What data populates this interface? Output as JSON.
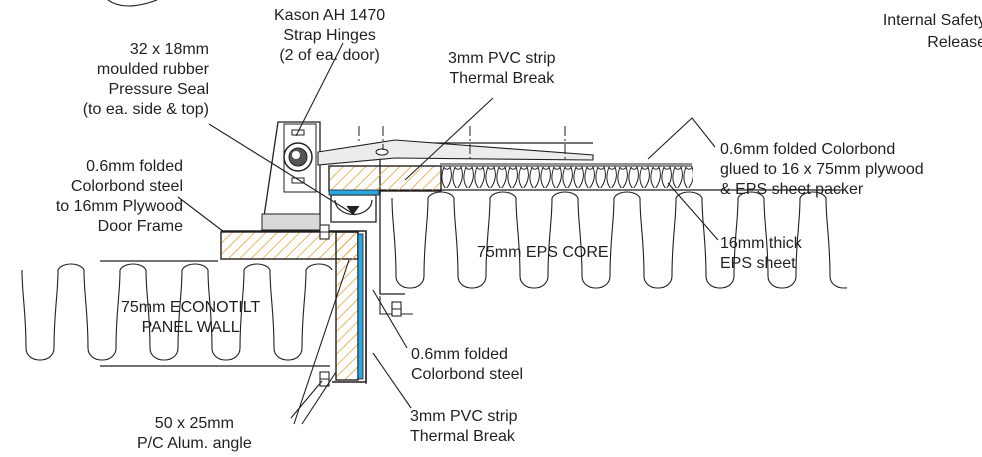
{
  "labels": {
    "hinges": [
      "Kason AH 1470",
      "Strap Hinges",
      "(2 of ea. door)"
    ],
    "pressure_seal": [
      "32 x 18mm",
      "moulded rubber",
      "Pressure Seal",
      "(to ea. side & top)"
    ],
    "pvc_top": [
      "3mm PVC strip",
      "Thermal Break"
    ],
    "internal_release": [
      "Internal Safety",
      "Release"
    ],
    "colorbond_glued": [
      "0.6mm folded Colorbond",
      "glued to 16 x 75mm plywood",
      "& EPS sheet packer"
    ],
    "door_frame": [
      "0.6mm folded",
      "Colorbond steel",
      "to 16mm Plywood",
      "Door Frame"
    ],
    "eps_sheet": [
      "16mm thick",
      "EPS sheet"
    ],
    "eps_core": "75mm EPS CORE",
    "panel_wall": [
      "75mm ECONOTILT",
      "PANEL WALL"
    ],
    "colorbond_steel": [
      "0.6mm folded",
      "Colorbond steel"
    ],
    "pvc_bottom": [
      "3mm PVC strip",
      "Thermal Break"
    ],
    "alum_angle": [
      "50 x 25mm",
      "P/C Alum. angle"
    ]
  },
  "colors": {
    "line": "#231f20",
    "hatch": "#e8a33c",
    "pvc": "#2aa7e0",
    "fill_grey": "#d9d9d9"
  }
}
